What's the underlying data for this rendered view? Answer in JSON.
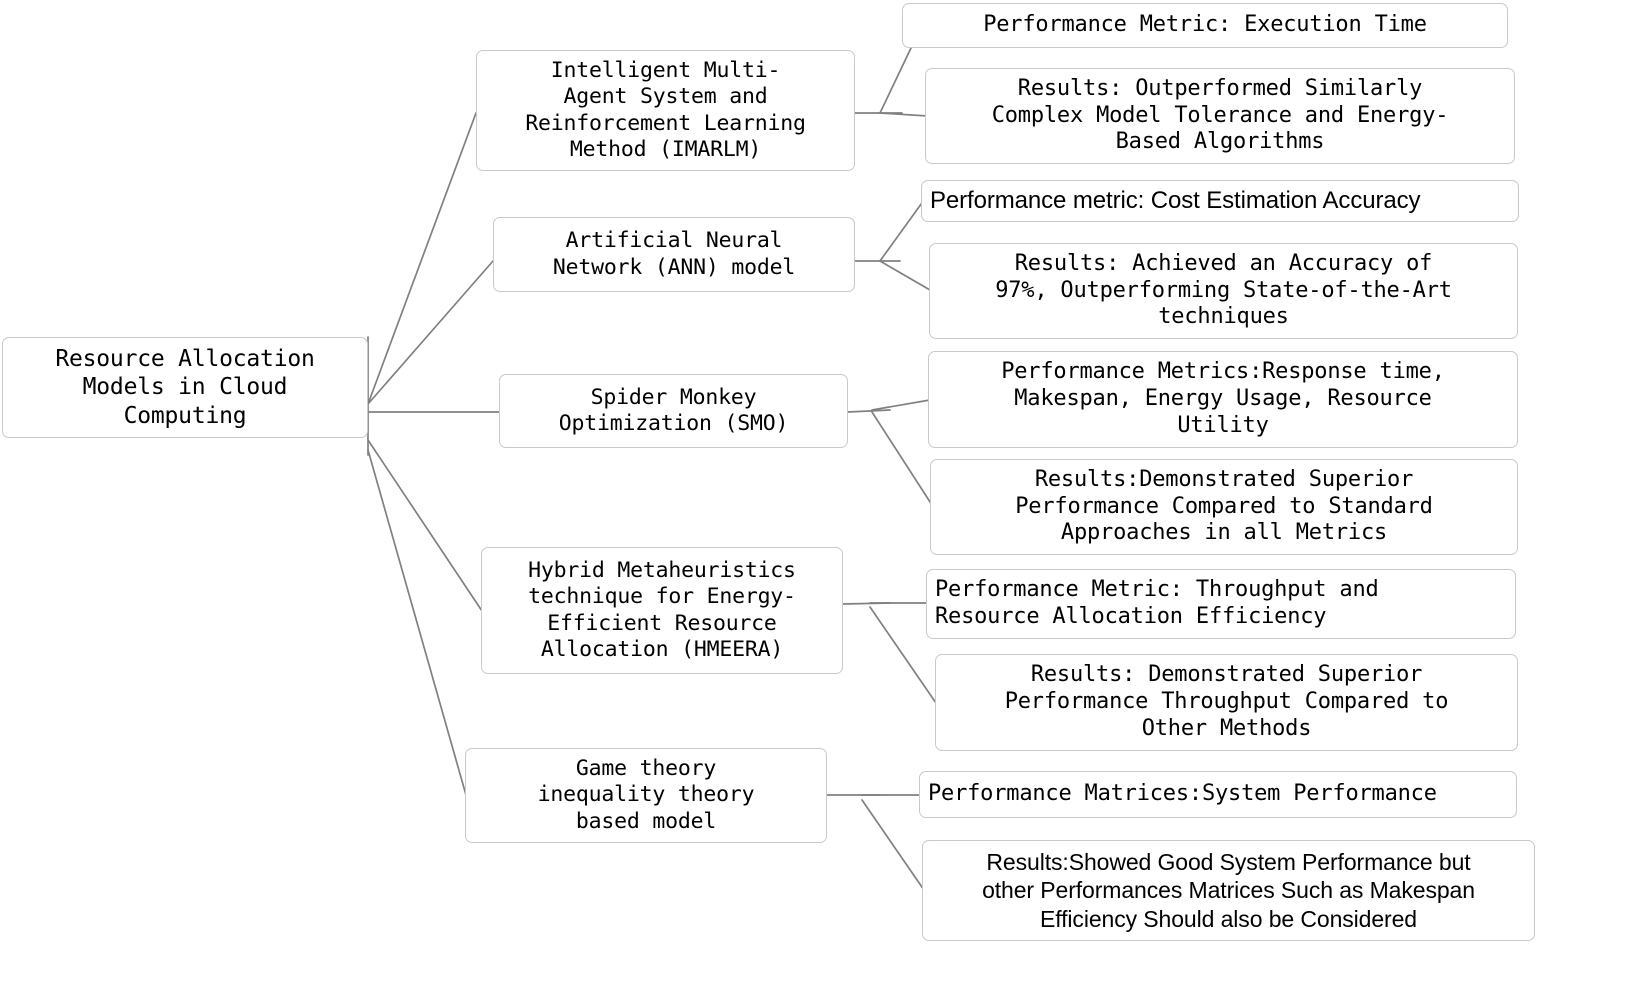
{
  "diagram": {
    "title": "Resource Allocation Models in Cloud Computing",
    "type": "tree-diagram",
    "orientation": "left-to-right",
    "background_color": "#ffffff",
    "box_border_color": "#c9c9c9",
    "connector_color": "#808080",
    "text_color": "#000000"
  },
  "root": {
    "label": "Resource Allocation\nModels in Cloud\nComputing"
  },
  "branches": [
    {
      "model": "Intelligent Multi-\nAgent System and\nReinforcement Learning\nMethod (IMARLM)",
      "metric": "Performance Metric: Execution Time",
      "result": "Results: Outperformed Similarly\nComplex Model Tolerance and Energy-\nBased Algorithms"
    },
    {
      "model": "Artificial Neural\nNetwork (ANN) model",
      "metric": "Performance metric: Cost Estimation Accuracy",
      "result": "Results: Achieved an Accuracy of\n97%, Outperforming State-of-the-Art\ntechniques"
    },
    {
      "model": "Spider Monkey\nOptimization (SMO)",
      "metric": "Performance Metrics:Response time,\nMakespan, Energy Usage, Resource\nUtility",
      "result": "Results:Demonstrated Superior\nPerformance Compared to Standard\nApproaches in all Metrics"
    },
    {
      "model": "Hybrid Metaheuristics\ntechnique for Energy-\nEfficient Resource\nAllocation (HMEERA)",
      "metric": "Performance Metric: Throughput and\nResource Allocation Efficiency",
      "result": "Results: Demonstrated Superior\nPerformance Throughput Compared to\nOther Methods"
    },
    {
      "model": "Game theory\ninequality theory\nbased model",
      "metric": "Performance Matrices:System Performance",
      "result": "Results:Showed Good System Performance but\nother Performances Matrices Such as Makespan\nEfficiency Should also be Considered"
    }
  ]
}
